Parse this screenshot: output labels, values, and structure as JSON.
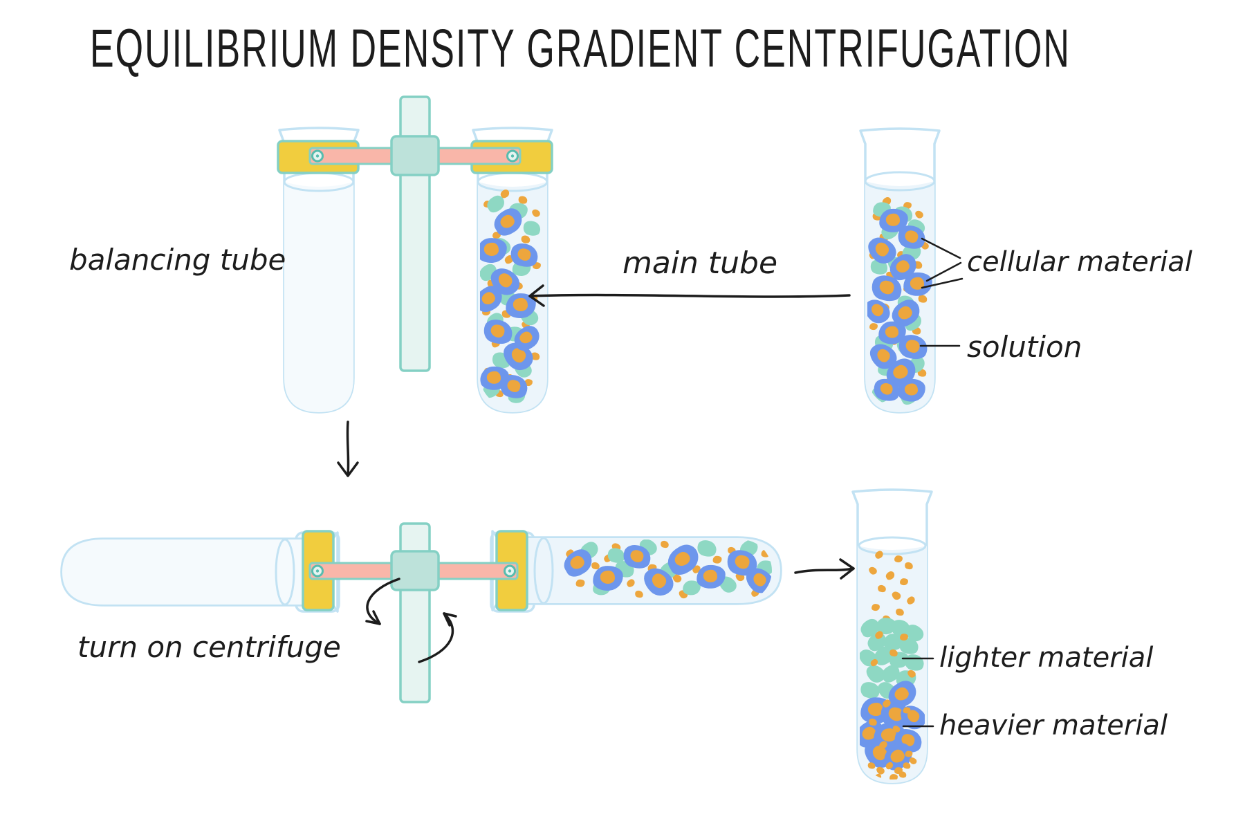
{
  "title": "EQUILIBRIUM DENSITY GRADIENT CENTRIFUGATION",
  "labels": {
    "balancing_tube": "balancing tube",
    "main_tube": "main tube",
    "cellular_material": "cellular material",
    "solution": "solution",
    "turn_on_centrifuge": "turn on centrifuge",
    "lighter_material": "lighter material",
    "heavier_material": "heavier material"
  },
  "colors": {
    "bg": "#ffffff",
    "ink": "#1c1c1c",
    "tube_stroke": "#c2e2f3",
    "liquid": "#ecf5fb",
    "liquid_faint": "#f5fafd",
    "pole_fill": "#e6f4f1",
    "pole_stroke": "#84d0c4",
    "collar_fill": "#bde2da",
    "bar_fill": "#f9b6a9",
    "clamp_fill": "#f1cd3e",
    "pin_stroke": "#57bcae",
    "blob_blue": "#6d96ec",
    "blob_teal": "#8ed8c3",
    "dot_orange": "#eda63d"
  },
  "particle_shapes": [
    "58% 42% 55% 45% / 52% 48% 62% 38%",
    "45% 55% 48% 52% / 60% 42% 58% 40%",
    "52% 48% 60% 40% / 45% 55% 42% 58%",
    "60% 40% 45% 55% / 55% 45% 58% 42%"
  ],
  "particles": {
    "top_main_tube": [
      [
        0,
        38,
        3,
        13,
        0
      ],
      [
        0,
        12,
        8,
        12,
        1
      ],
      [
        0,
        66,
        6,
        13,
        2
      ],
      [
        0,
        86,
        12,
        12,
        3
      ],
      [
        0,
        50,
        14,
        13,
        0
      ],
      [
        0,
        25,
        22,
        12,
        1
      ],
      [
        0,
        70,
        24,
        13,
        2
      ],
      [
        0,
        8,
        32,
        12,
        3
      ],
      [
        0,
        45,
        33,
        13,
        0
      ],
      [
        0,
        87,
        36,
        12,
        1
      ],
      [
        0,
        18,
        44,
        13,
        2
      ],
      [
        0,
        60,
        45,
        12,
        3
      ],
      [
        0,
        82,
        51,
        13,
        0
      ],
      [
        0,
        10,
        57,
        12,
        1
      ],
      [
        0,
        40,
        58,
        13,
        2
      ],
      [
        0,
        70,
        63,
        12,
        3
      ],
      [
        0,
        24,
        71,
        13,
        0
      ],
      [
        0,
        55,
        73,
        12,
        1
      ],
      [
        0,
        85,
        77,
        13,
        2
      ],
      [
        0,
        13,
        84,
        12,
        3
      ],
      [
        0,
        45,
        87,
        13,
        0
      ],
      [
        0,
        74,
        89,
        12,
        1
      ],
      [
        0,
        30,
        94,
        12,
        2
      ],
      [
        1,
        24,
        8,
        26,
        0
      ],
      [
        1,
        58,
        11,
        28,
        1
      ],
      [
        1,
        80,
        19,
        25,
        2
      ],
      [
        1,
        33,
        27,
        27,
        3
      ],
      [
        1,
        13,
        39,
        26,
        0
      ],
      [
        1,
        64,
        37,
        27,
        1
      ],
      [
        1,
        44,
        51,
        26,
        2
      ],
      [
        1,
        76,
        59,
        27,
        3
      ],
      [
        1,
        23,
        61,
        25,
        0
      ],
      [
        1,
        53,
        67,
        26,
        1
      ],
      [
        1,
        33,
        79,
        27,
        2
      ],
      [
        1,
        66,
        83,
        26,
        3
      ],
      [
        1,
        18,
        92,
        26,
        0
      ],
      [
        1,
        56,
        95,
        25,
        1
      ],
      [
        2,
        44,
        16,
        42,
        0,
        1
      ],
      [
        2,
        18,
        29,
        44,
        1,
        1
      ],
      [
        2,
        68,
        31,
        40,
        2,
        1
      ],
      [
        2,
        38,
        43,
        43,
        3,
        1
      ],
      [
        2,
        14,
        51,
        40,
        0,
        1
      ],
      [
        2,
        63,
        54,
        44,
        1,
        1
      ],
      [
        2,
        28,
        66,
        42,
        2,
        1
      ],
      [
        2,
        58,
        77,
        44,
        3,
        1
      ],
      [
        2,
        72,
        69,
        38,
        0,
        1
      ],
      [
        2,
        22,
        87,
        42,
        1,
        1
      ],
      [
        2,
        52,
        91,
        40,
        2,
        1
      ]
    ],
    "sample_tube": [
      [
        0,
        30,
        3,
        13,
        0
      ],
      [
        0,
        62,
        5,
        12,
        1
      ],
      [
        0,
        15,
        10,
        13,
        2
      ],
      [
        0,
        80,
        9,
        12,
        3
      ],
      [
        0,
        45,
        13,
        13,
        0
      ],
      [
        0,
        70,
        18,
        12,
        1
      ],
      [
        0,
        25,
        20,
        13,
        2
      ],
      [
        0,
        88,
        24,
        12,
        3
      ],
      [
        0,
        10,
        28,
        13,
        0
      ],
      [
        0,
        52,
        28,
        12,
        1
      ],
      [
        0,
        78,
        33,
        13,
        2
      ],
      [
        0,
        35,
        38,
        12,
        3
      ],
      [
        0,
        15,
        43,
        13,
        0
      ],
      [
        0,
        62,
        44,
        12,
        1
      ],
      [
        0,
        85,
        49,
        13,
        2
      ],
      [
        0,
        28,
        53,
        12,
        3
      ],
      [
        0,
        55,
        58,
        13,
        0
      ],
      [
        0,
        10,
        62,
        12,
        1
      ],
      [
        0,
        75,
        64,
        13,
        2
      ],
      [
        0,
        40,
        69,
        12,
        3
      ],
      [
        0,
        20,
        76,
        13,
        0
      ],
      [
        0,
        60,
        79,
        12,
        1
      ],
      [
        0,
        84,
        84,
        13,
        2
      ],
      [
        0,
        35,
        88,
        12,
        3
      ],
      [
        0,
        55,
        94,
        13,
        0
      ],
      [
        1,
        22,
        7,
        26,
        1
      ],
      [
        1,
        55,
        9,
        27,
        2
      ],
      [
        1,
        75,
        15,
        25,
        3
      ],
      [
        1,
        35,
        17,
        26,
        0
      ],
      [
        1,
        68,
        27,
        27,
        1
      ],
      [
        1,
        18,
        34,
        25,
        2
      ],
      [
        1,
        45,
        33,
        26,
        3
      ],
      [
        1,
        80,
        41,
        27,
        0
      ],
      [
        1,
        30,
        46,
        26,
        1
      ],
      [
        1,
        60,
        51,
        25,
        2
      ],
      [
        1,
        15,
        56,
        27,
        3
      ],
      [
        1,
        70,
        60,
        26,
        0
      ],
      [
        1,
        40,
        63,
        25,
        1
      ],
      [
        1,
        25,
        70,
        27,
        2
      ],
      [
        1,
        58,
        72,
        26,
        3
      ],
      [
        1,
        75,
        80,
        25,
        0
      ],
      [
        1,
        30,
        82,
        26,
        1
      ],
      [
        1,
        50,
        88,
        27,
        2
      ],
      [
        1,
        20,
        94,
        25,
        3
      ],
      [
        1,
        65,
        95,
        26,
        0
      ],
      [
        2,
        40,
        12,
        42,
        1,
        1
      ],
      [
        2,
        68,
        20,
        40,
        2,
        1
      ],
      [
        2,
        22,
        26,
        42,
        3,
        1
      ],
      [
        2,
        55,
        34,
        40,
        0,
        1
      ],
      [
        2,
        78,
        42,
        42,
        1,
        1
      ],
      [
        2,
        30,
        44,
        44,
        2,
        1
      ],
      [
        2,
        15,
        55,
        38,
        3,
        1
      ],
      [
        2,
        60,
        56,
        42,
        0,
        1
      ],
      [
        2,
        38,
        65,
        40,
        1,
        1
      ],
      [
        2,
        70,
        72,
        42,
        2,
        1
      ],
      [
        2,
        24,
        76,
        40,
        3,
        1
      ],
      [
        2,
        52,
        84,
        44,
        0,
        1
      ],
      [
        2,
        68,
        92,
        40,
        1,
        1
      ],
      [
        2,
        30,
        92,
        38,
        2,
        1
      ]
    ],
    "spun_tube": [
      [
        0,
        4,
        22,
        12,
        0
      ],
      [
        0,
        9,
        70,
        13,
        1
      ],
      [
        0,
        16,
        42,
        12,
        2
      ],
      [
        0,
        26,
        12,
        13,
        3
      ],
      [
        0,
        33,
        70,
        12,
        0
      ],
      [
        0,
        43,
        45,
        13,
        1
      ],
      [
        0,
        49,
        8,
        12,
        2
      ],
      [
        0,
        55,
        62,
        13,
        3
      ],
      [
        0,
        64,
        48,
        12,
        0
      ],
      [
        0,
        74,
        32,
        13,
        1
      ],
      [
        0,
        81,
        18,
        12,
        2
      ],
      [
        0,
        85,
        60,
        13,
        3
      ],
      [
        0,
        92,
        85,
        12,
        0
      ],
      [
        0,
        97,
        22,
        13,
        1
      ],
      [
        0,
        37,
        88,
        12,
        2
      ],
      [
        0,
        58,
        88,
        13,
        3
      ],
      [
        0,
        22,
        30,
        12,
        0
      ],
      [
        1,
        13,
        18,
        27,
        0
      ],
      [
        1,
        19,
        78,
        26,
        1
      ],
      [
        1,
        30,
        48,
        28,
        2
      ],
      [
        1,
        41,
        12,
        26,
        3
      ],
      [
        1,
        51,
        50,
        27,
        0
      ],
      [
        1,
        62,
        78,
        26,
        1
      ],
      [
        1,
        69,
        14,
        28,
        2
      ],
      [
        1,
        79,
        72,
        26,
        3
      ],
      [
        1,
        89,
        14,
        27,
        0
      ],
      [
        1,
        97,
        45,
        26,
        1
      ],
      [
        1,
        26,
        25,
        25,
        2
      ],
      [
        2,
        8,
        38,
        42,
        0,
        1
      ],
      [
        2,
        22,
        62,
        44,
        1,
        1
      ],
      [
        2,
        36,
        28,
        40,
        2,
        1
      ],
      [
        2,
        46,
        68,
        44,
        3,
        1
      ],
      [
        2,
        58,
        32,
        46,
        0,
        1
      ],
      [
        2,
        71,
        60,
        42,
        1,
        1
      ],
      [
        2,
        86,
        38,
        44,
        2,
        1
      ],
      [
        2,
        94,
        66,
        40,
        3,
        1
      ]
    ],
    "result_tube": [
      [
        0,
        30,
        2,
        12,
        0
      ],
      [
        0,
        60,
        4,
        12,
        1
      ],
      [
        0,
        76,
        7,
        12,
        2
      ],
      [
        0,
        20,
        9,
        12,
        3
      ],
      [
        0,
        47,
        11,
        13,
        0
      ],
      [
        0,
        68,
        14,
        12,
        1
      ],
      [
        0,
        34,
        17,
        12,
        2
      ],
      [
        0,
        56,
        20,
        13,
        3
      ],
      [
        0,
        79,
        22,
        12,
        0
      ],
      [
        0,
        24,
        25,
        12,
        1
      ],
      [
        0,
        62,
        27,
        12,
        2
      ],
      [
        0,
        42,
        30,
        12,
        3
      ],
      [
        1,
        16,
        34,
        28,
        0
      ],
      [
        1,
        40,
        33,
        29,
        1
      ],
      [
        1,
        63,
        34,
        28,
        2
      ],
      [
        1,
        84,
        36,
        27,
        3
      ],
      [
        1,
        27,
        40,
        28,
        0
      ],
      [
        1,
        52,
        40,
        29,
        1
      ],
      [
        1,
        76,
        42,
        28,
        2
      ],
      [
        1,
        13,
        47,
        27,
        3
      ],
      [
        1,
        37,
        46,
        29,
        0
      ],
      [
        1,
        61,
        48,
        28,
        1
      ],
      [
        1,
        84,
        49,
        28,
        2
      ],
      [
        1,
        24,
        54,
        28,
        3
      ],
      [
        1,
        48,
        54,
        27,
        0
      ],
      [
        1,
        71,
        56,
        29,
        1
      ],
      [
        1,
        16,
        61,
        28,
        2
      ],
      [
        1,
        42,
        61,
        27,
        3
      ],
      [
        0,
        30,
        37,
        12,
        0
      ],
      [
        0,
        68,
        38,
        12,
        1
      ],
      [
        0,
        52,
        45,
        12,
        2
      ],
      [
        0,
        80,
        54,
        12,
        3
      ],
      [
        0,
        22,
        49,
        11,
        0
      ],
      [
        0,
        62,
        60,
        12,
        1
      ],
      [
        2,
        66,
        63,
        42,
        0,
        1
      ],
      [
        2,
        26,
        70,
        46,
        1,
        1
      ],
      [
        2,
        55,
        72,
        44,
        2,
        1
      ],
      [
        2,
        82,
        73,
        38,
        3,
        1
      ],
      [
        2,
        16,
        80,
        42,
        0,
        1
      ],
      [
        2,
        46,
        81,
        46,
        1,
        1
      ],
      [
        2,
        74,
        83,
        40,
        2,
        1
      ],
      [
        2,
        30,
        89,
        44,
        3,
        1
      ],
      [
        2,
        60,
        90,
        42,
        0,
        1
      ],
      [
        0,
        42,
        67,
        12,
        0
      ],
      [
        0,
        72,
        70,
        11,
        1
      ],
      [
        0,
        20,
        75,
        12,
        2
      ],
      [
        0,
        56,
        78,
        11,
        3
      ],
      [
        0,
        36,
        85,
        12,
        0
      ],
      [
        0,
        76,
        89,
        11,
        1
      ],
      [
        0,
        18,
        94,
        11,
        2
      ],
      [
        0,
        32,
        96,
        12,
        3
      ],
      [
        0,
        46,
        94,
        11,
        0
      ],
      [
        0,
        60,
        96,
        12,
        1
      ],
      [
        0,
        72,
        94,
        11,
        2
      ],
      [
        0,
        82,
        92,
        11,
        3
      ],
      [
        0,
        28,
        99,
        11,
        0
      ],
      [
        0,
        52,
        99,
        12,
        1
      ],
      [
        0,
        66,
        98,
        11,
        2
      ]
    ]
  }
}
